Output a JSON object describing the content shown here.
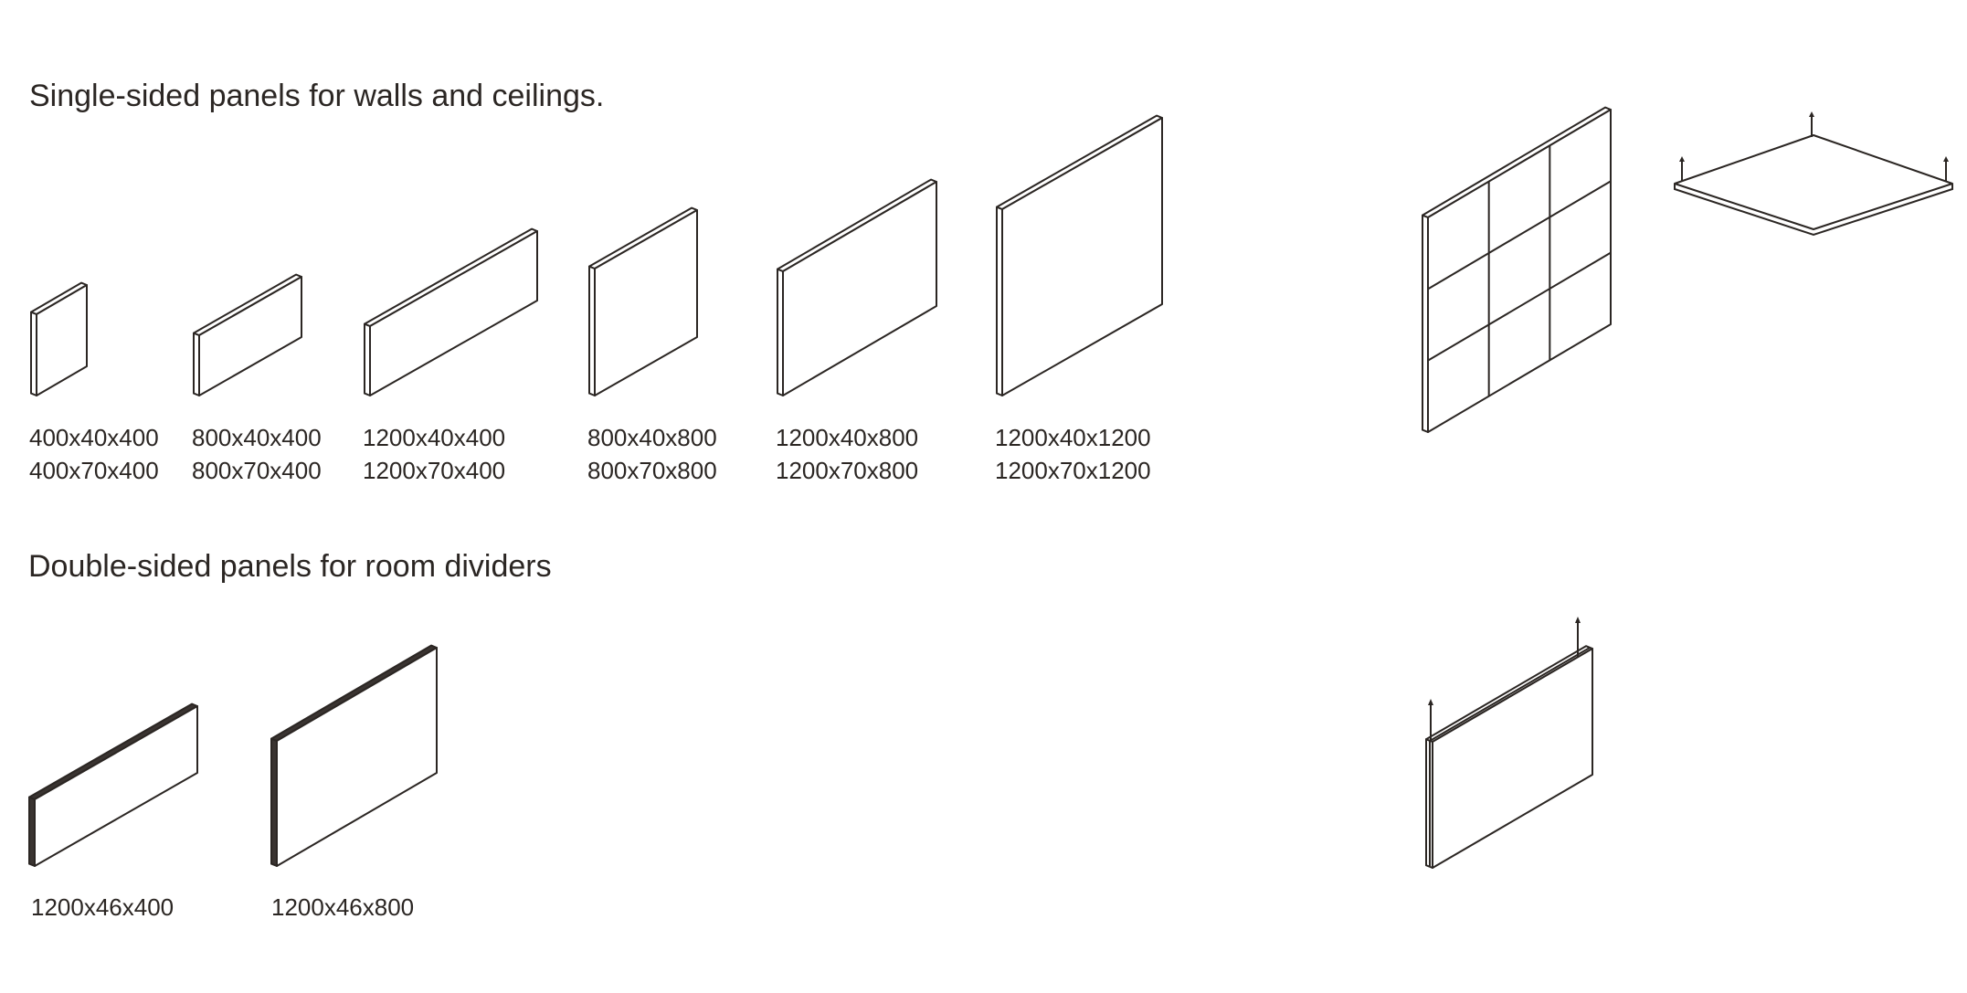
{
  "sections": [
    {
      "heading": "Single-sided panels for walls and ceilings.",
      "panels": [
        {
          "labels": [
            "400x40x400",
            "400x70x400"
          ]
        },
        {
          "labels": [
            "800x40x400",
            "800x70x400"
          ]
        },
        {
          "labels": [
            "1200x40x400",
            "1200x70x400"
          ]
        },
        {
          "labels": [
            "800x40x800",
            "800x70x800"
          ]
        },
        {
          "labels": [
            "1200x40x800",
            "1200x70x800"
          ]
        },
        {
          "labels": [
            "1200x40x1200",
            "1200x70x1200"
          ]
        }
      ]
    },
    {
      "heading": "Double-sided panels for room dividers",
      "panels": [
        {
          "labels": [
            "1200x46x400"
          ]
        },
        {
          "labels": [
            "1200x46x800"
          ]
        }
      ]
    }
  ],
  "colors": {
    "line": "#2b2623",
    "edge_fill": "#3a3431",
    "background": "#ffffff"
  }
}
